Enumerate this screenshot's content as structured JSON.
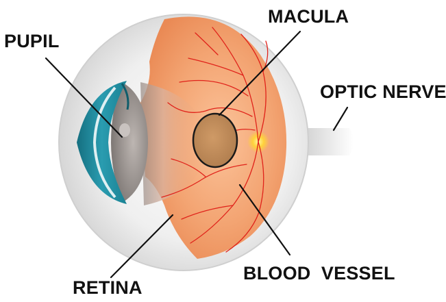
{
  "labels": {
    "pupil": "PUPIL",
    "macula": "MACULA",
    "optic_nerve": "OPTIC NERVE",
    "blood_vessel": "BLOOD  VESSEL",
    "retina": "RETINA"
  },
  "colors": {
    "sclera": "#e6e6e6",
    "cornea": "#1e8ea1",
    "retina": "#f0a06e",
    "macula": "#c08a5a",
    "vessel": "#e0221a",
    "optic_disc": "#ffd23a",
    "pointer": "#111111"
  }
}
